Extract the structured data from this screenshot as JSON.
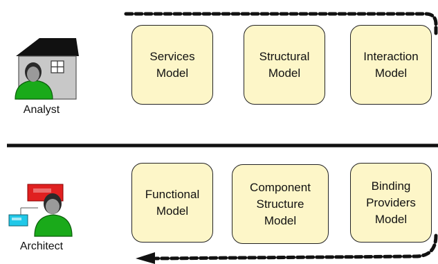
{
  "boxes": {
    "services": "Services\nModel",
    "structural": "Structural\nModel",
    "interaction": "Interaction\nModel",
    "functional": "Functional\nModel",
    "component": "Component\nStructure\nModel",
    "binding": "Binding\nProviders\nModel"
  },
  "roles": {
    "analyst": "Analyst",
    "architect": "Architect"
  },
  "colors": {
    "box_fill": "#fdf6c8",
    "figure_green": "#1aaa1a",
    "house_roof": "#111111",
    "house_wall": "#c8c8c8",
    "screen_red": "#e02020",
    "screen_cyan": "#20c8e8"
  },
  "icons": [
    "house-icon",
    "person-icon",
    "screen-icon"
  ]
}
